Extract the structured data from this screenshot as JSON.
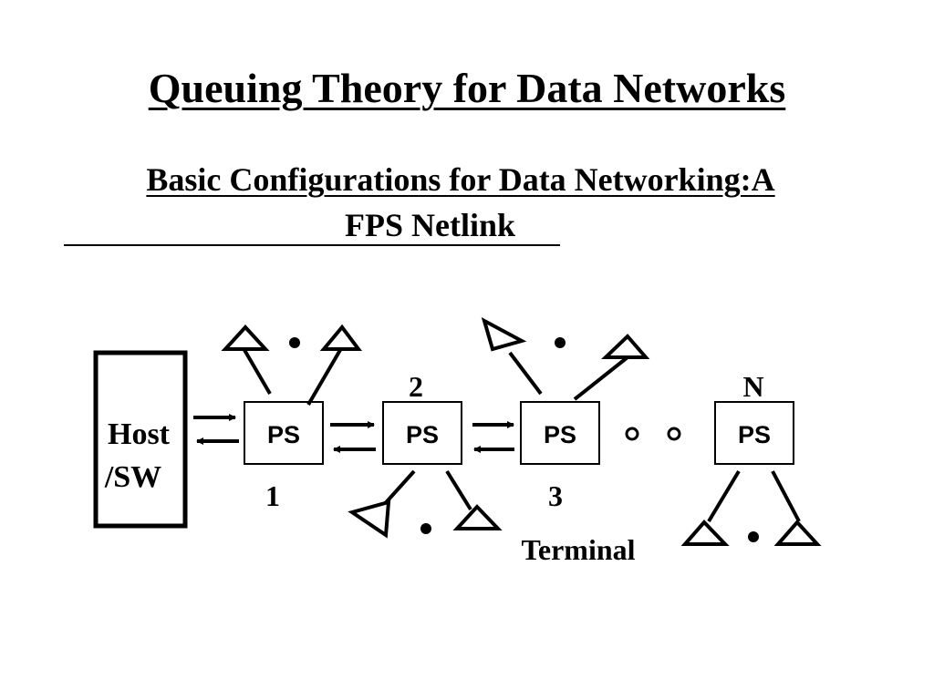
{
  "slide": {
    "title": "Queuing Theory for Data Networks",
    "subtitle_line1": "Basic Configurations for Data Networking:A",
    "subtitle_line2": "FPS Netlink"
  },
  "diagram": {
    "host_label_line1": "Host",
    "host_label_line2": "/SW",
    "node_label": "PS",
    "node_numbers": [
      "1",
      "2",
      "3",
      "N"
    ],
    "terminal_label": "Terminal"
  }
}
